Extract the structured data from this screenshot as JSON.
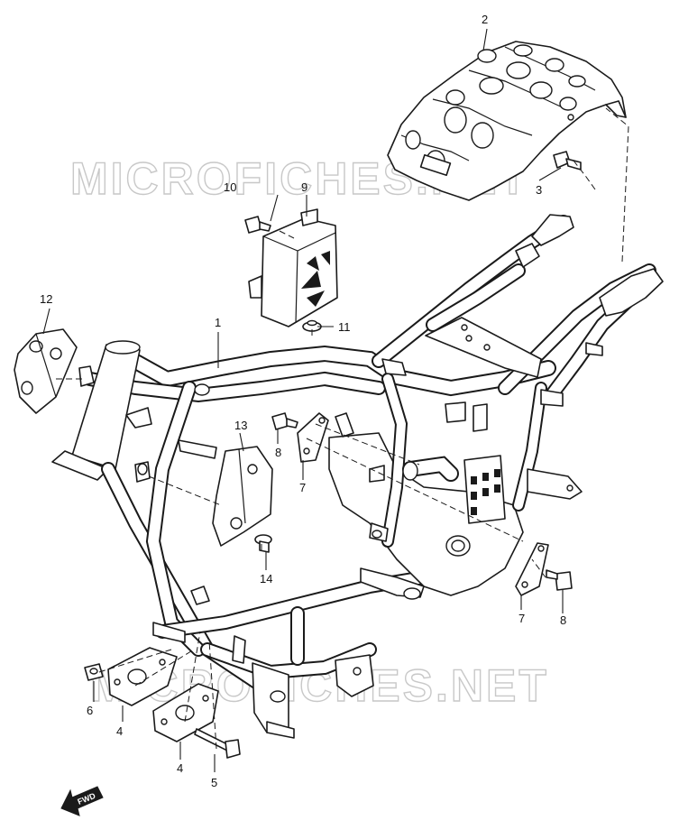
{
  "watermarks": [
    "MICROFICHES.NET",
    "MICROFICHES.NET"
  ],
  "callouts": {
    "c1": "1",
    "c2": "2",
    "c3": "3",
    "c4a": "4",
    "c4b": "4",
    "c5": "5",
    "c6": "6",
    "c7a": "7",
    "c7b": "7",
    "c8a": "8",
    "c8b": "8",
    "c9": "9",
    "c10": "10",
    "c11": "11",
    "c12": "12",
    "c13": "13",
    "c14": "14"
  },
  "fwd_label": "FWD"
}
